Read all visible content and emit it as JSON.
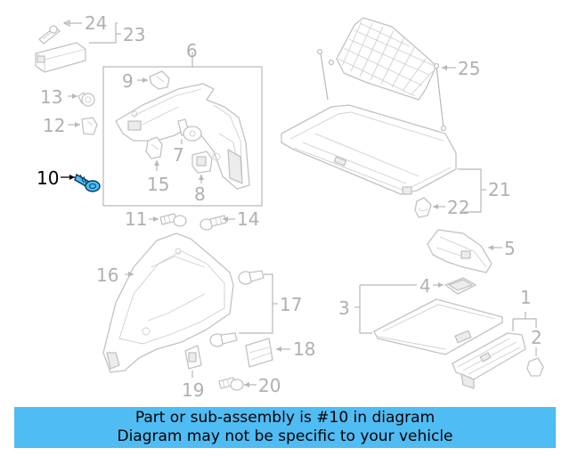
{
  "banner": {
    "line1": "Part or sub-assembly is #10 in diagram",
    "line2": "Diagram may not be specific to your vehicle",
    "background": "#4fbcf3"
  },
  "diagram": {
    "highlighted_part": "10",
    "highlight_color": "#4fbcf3",
    "callouts": [
      "1",
      "2",
      "3",
      "4",
      "5",
      "6",
      "7",
      "8",
      "9",
      "10",
      "11",
      "12",
      "13",
      "14",
      "15",
      "16",
      "17",
      "18",
      "19",
      "20",
      "21",
      "22",
      "23",
      "24",
      "25"
    ]
  }
}
